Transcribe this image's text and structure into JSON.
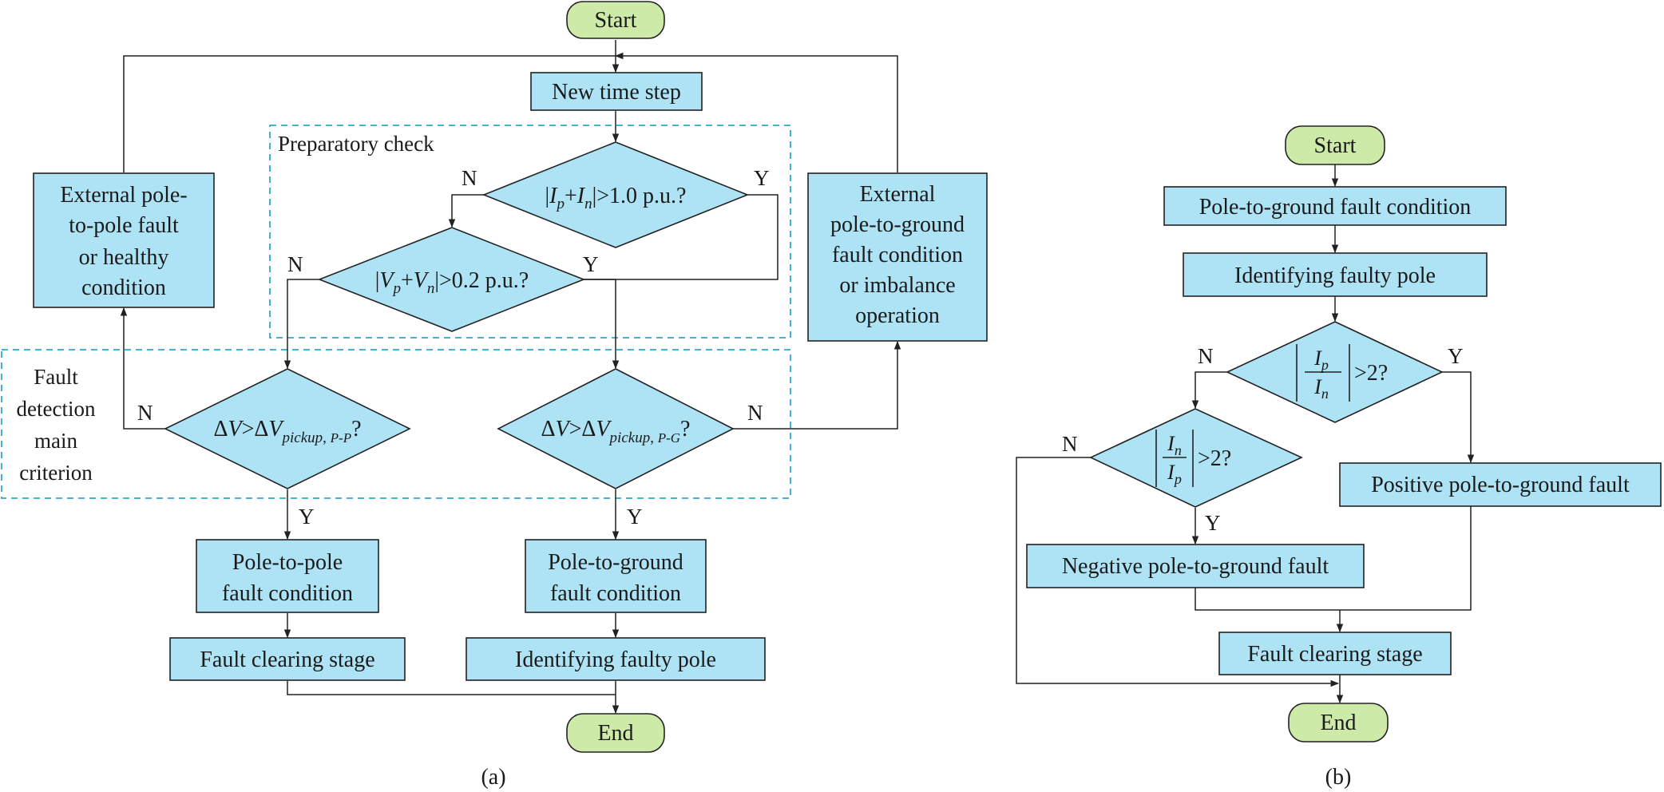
{
  "panel_a": {
    "label": "(a)",
    "start": "Start",
    "new_time_step": "New time step",
    "preparatory_check": "Preparatory check",
    "d1": "|Ip+In|>1.0 p.u.?",
    "d2": "|Vp+Vn|>0.2 p.u.?",
    "fault_detection": [
      "Fault",
      "detection",
      "main",
      "criterion"
    ],
    "d3": "ΔV>ΔVpickup, P-P?",
    "d4": "ΔV>ΔVpickup, P-G?",
    "ext_pp": [
      "External pole-",
      "to-pole fault",
      "or healthy",
      "condition"
    ],
    "ext_pg": [
      "External",
      "pole-to-ground",
      "fault condition",
      "or imbalance",
      "operation"
    ],
    "pp_fault": [
      "Pole-to-pole",
      "fault condition"
    ],
    "pg_fault": [
      "Pole-to-ground",
      "fault condition"
    ],
    "fault_clearing": "Fault clearing stage",
    "identifying": "Identifying faulty pole",
    "end": "End",
    "yes": "Y",
    "no": "N"
  },
  "panel_b": {
    "label": "(b)",
    "start": "Start",
    "pg_condition": "Pole-to-ground fault condition",
    "identifying": "Identifying faulty pole",
    "d1": "|Ip/In|>2?",
    "d2": "|In/Ip|>2?",
    "positive": "Positive pole-to-ground fault",
    "negative": "Negative pole-to-ground fault",
    "fault_clearing": "Fault clearing stage",
    "end": "End",
    "yes": "Y",
    "no": "N"
  },
  "colors": {
    "process_fill": "#aee3f5",
    "terminal_fill": "#cdeaa9",
    "group_border": "#2ca7cf",
    "line": "#222222"
  }
}
